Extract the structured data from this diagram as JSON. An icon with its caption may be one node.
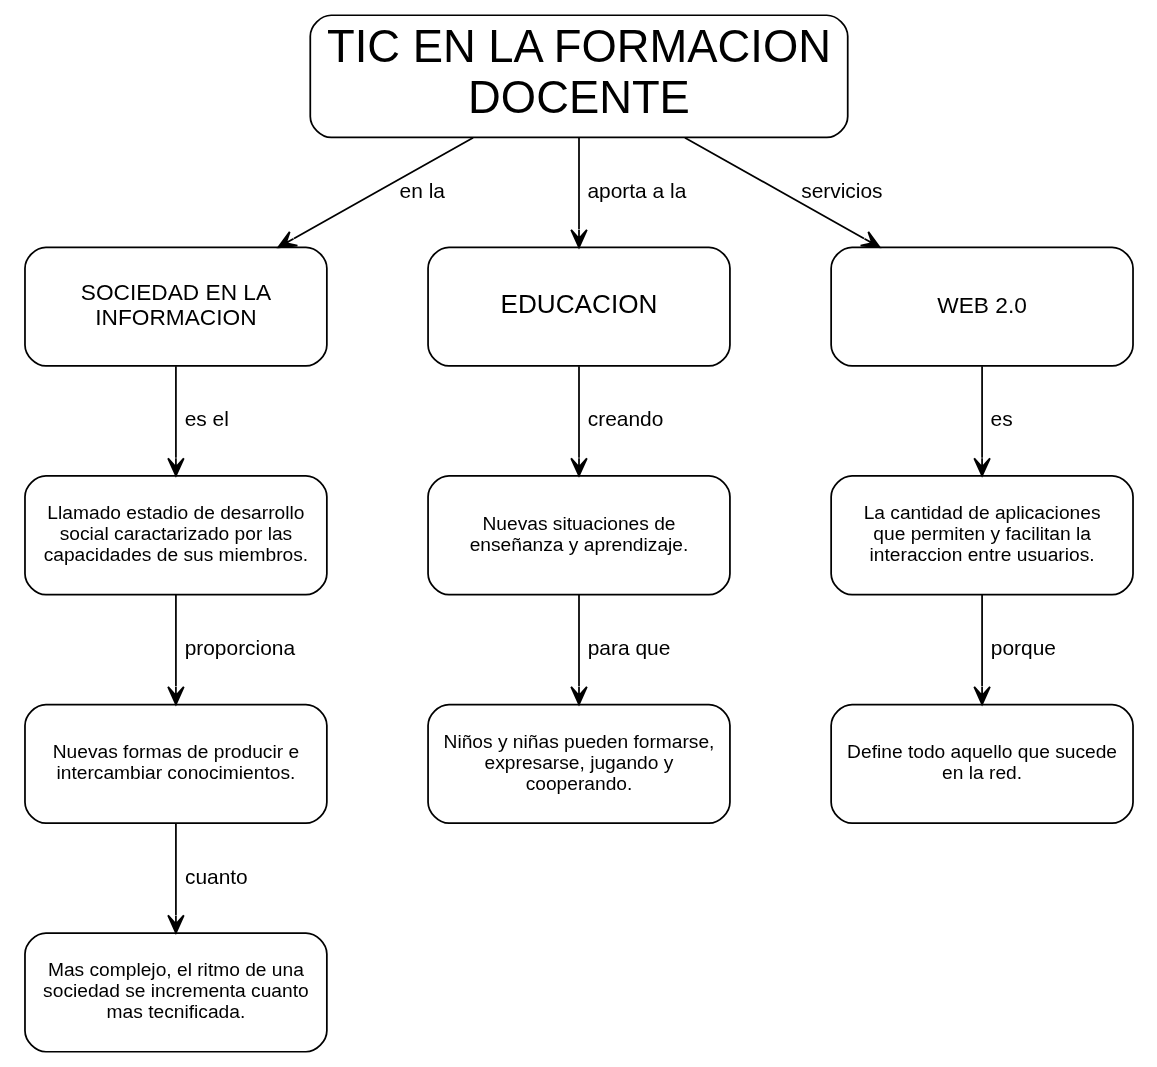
{
  "diagram": {
    "nodes": [
      {
        "text": [
          "TIC EN LA FORMACION DOCENTE"
        ]
      },
      {
        "text": [
          "SOCIEDAD EN LA INFORMACION"
        ]
      },
      {
        "text": [
          "EDUCACION"
        ]
      },
      {
        "text": [
          "WEB 2.0"
        ]
      },
      {
        "text": [
          "Llamado estadio de desarrollo social caractarizado por las capacidades de sus miembros."
        ]
      },
      {
        "text": [
          "Nuevas situaciones de enseñanza y aprendizaje."
        ]
      },
      {
        "text": [
          "La cantidad de aplicaciones que permiten y facilitan la interaccion entre usuarios."
        ]
      },
      {
        "text": [
          "Nuevas formas de producir e intercambiar conocimientos."
        ]
      },
      {
        "text": [
          "Niños y niñas pueden formarse, expresarse, jugando y cooperando."
        ]
      },
      {
        "text": [
          "Define todo aquello que sucede en la red."
        ]
      },
      {
        "text": [
          "Mas complejo, el ritmo de una sociedad se incrementa cuanto mas tecnificada."
        ]
      }
    ],
    "edges": [
      {
        "from": 0,
        "to": 1,
        "arrow": "to",
        "label": "en la"
      },
      {
        "from": 0,
        "to": 2,
        "arrow": "to",
        "label": "aporta a la"
      },
      {
        "from": 0,
        "to": 3,
        "arrow": "to",
        "label": "servicios"
      },
      {
        "from": 1,
        "to": 4,
        "arrow": "to",
        "label": "es el"
      },
      {
        "from": 2,
        "to": 5,
        "arrow": "to",
        "label": "creando"
      },
      {
        "from": 3,
        "to": 6,
        "arrow": "to",
        "label": "es"
      },
      {
        "from": 4,
        "to": 7,
        "arrow": "to",
        "label": "proporciona"
      },
      {
        "from": 5,
        "to": 8,
        "arrow": "to",
        "label": "para que"
      },
      {
        "from": 6,
        "to": 9,
        "arrow": "to",
        "label": "porque"
      },
      {
        "from": 7,
        "to": 10,
        "arrow": "to",
        "label": "cuanto"
      }
    ]
  }
}
